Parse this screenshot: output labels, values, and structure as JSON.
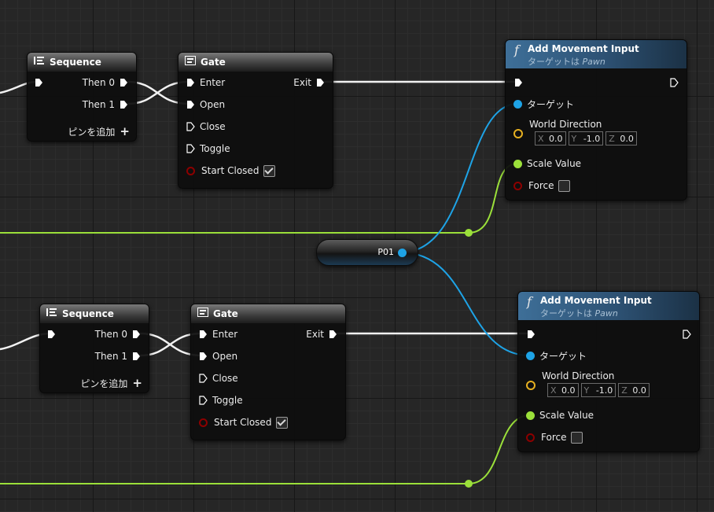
{
  "nodes": {
    "sequence_a": {
      "title": "Sequence",
      "pin_then0": "Then 0",
      "pin_then1": "Then 1",
      "add_pin": "ピンを追加"
    },
    "gate_a": {
      "title": "Gate",
      "enter": "Enter",
      "open": "Open",
      "close": "Close",
      "toggle": "Toggle",
      "start_closed": "Start Closed",
      "exit": "Exit",
      "start_closed_checked": true
    },
    "amove_a": {
      "title": "Add Movement Input",
      "subtitle_prefix": "ターゲットは ",
      "subtitle_target": "Pawn",
      "target": "ターゲット",
      "world_direction": "World Direction",
      "dir_x": "0.0",
      "dir_y": "-1.0",
      "dir_z": "0.0",
      "scale_value": "Scale Value",
      "force": "Force",
      "force_checked": false
    },
    "var_node": {
      "label": "P01"
    },
    "sequence_b": {
      "title": "Sequence",
      "pin_then0": "Then 0",
      "pin_then1": "Then 1",
      "add_pin": "ピンを追加"
    },
    "gate_b": {
      "title": "Gate",
      "enter": "Enter",
      "open": "Open",
      "close": "Close",
      "toggle": "Toggle",
      "start_closed": "Start Closed",
      "exit": "Exit",
      "start_closed_checked": true
    },
    "amove_b": {
      "title": "Add Movement Input",
      "subtitle_prefix": "ターゲットは ",
      "subtitle_target": "Pawn",
      "target": "ターゲット",
      "world_direction": "World Direction",
      "dir_x": "0.0",
      "dir_y": "-1.0",
      "dir_z": "0.0",
      "scale_value": "Scale Value",
      "force": "Force",
      "force_checked": false
    }
  },
  "axis_labels": {
    "x": "X",
    "y": "Y",
    "z": "Z"
  },
  "colors": {
    "exec_wire": "#ffffff",
    "float_wire": "#9be03a",
    "object_wire": "#1ea3e6",
    "vector_pin": "#e6b021",
    "bool_pin": "#8c0000",
    "func_header": "#2d5173"
  }
}
